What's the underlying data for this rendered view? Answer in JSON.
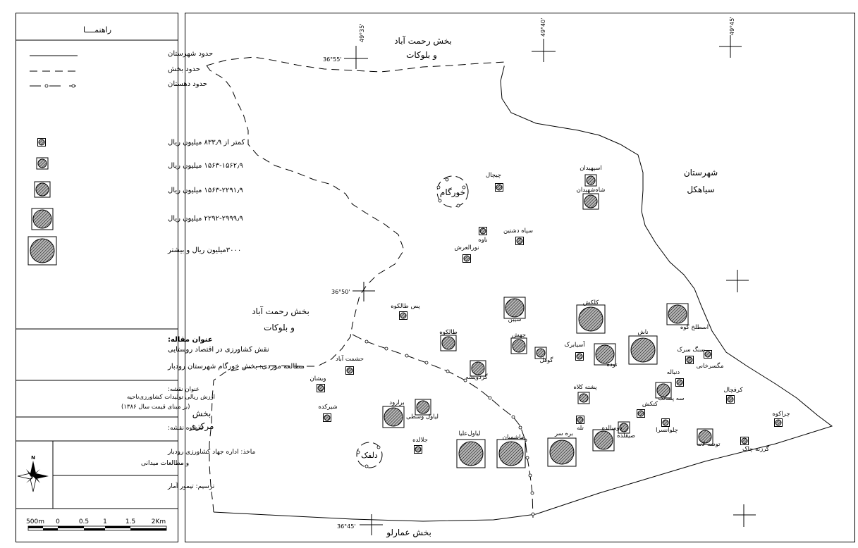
{
  "legend": {
    "title": "راهنمــــا",
    "boundaries": [
      "حدود شهرستان",
      "حدود بخش",
      "حدود دهستان"
    ],
    "value_classes": [
      "کمتر از ۸۳۳٫۹ میلیون ریال",
      "۱۵۶۳-۱۵۶۲٫۹ میلیون ریال",
      "۱۵۶۳-۲۲۹۱٫۹ میلیون ریال",
      "۲۲۹۲-۲۹۹۹٫۹ میلیون ریال",
      "۳۰۰۰میلیون ریال و بیشتر"
    ],
    "article_heading": "عنوان مقاله:",
    "article_line1": "نقش کشاورزی در اقتصاد روستایی",
    "article_line2": "مطالعه موردی: بخش خورگام شهرستان رودبار",
    "map_title_label": "عنوان نقشه:",
    "map_title_line1": "ارزش ریالی تولیدات کشاورزی‌ناحیه",
    "map_title_line2": "(بر مبنای قیمت سال ۱۳۸۶)",
    "map_number_label": "شماره نقشه:",
    "source_line1": "ماخذ: اداره جهاد کشاورزی رودبار",
    "source_line2": "و مطالعات میدانی",
    "drawn_by": "ترسیم: تیمور آمار",
    "north_label": "N",
    "scale_labels": [
      "500m",
      "0",
      "0.5",
      "1",
      "1.5",
      "2Km"
    ]
  },
  "map": {
    "regions": [
      "بخش رحمت آباد",
      "و بلوکات",
      "بخش رحمت آباد",
      "و بلوکات",
      "شهرستان",
      "سیاهکل",
      "بخش",
      "مرکزی",
      "بخش عمارلو"
    ],
    "coordinates": [
      "36°55'",
      "49°35'",
      "49°40'",
      "49°45'",
      "36°50'",
      "36°45'"
    ],
    "centers": [
      "خورگام",
      "دلفک"
    ],
    "villages": [
      {
        "name": "اسپهیدان",
        "cls": 1
      },
      {
        "name": "شاه‌شهیدان",
        "cls": 2
      },
      {
        "name": "چیچال",
        "cls": 0
      },
      {
        "name": "ناوه",
        "cls": 0
      },
      {
        "name": "سپاه دشتین",
        "cls": 0
      },
      {
        "name": "نورالعرش",
        "cls": 0
      },
      {
        "name": "پس طالکوه",
        "cls": 0
      },
      {
        "name": "سیبن",
        "cls": 3
      },
      {
        "name": "کلکش",
        "cls": 4
      },
      {
        "name": "اسطلخ کوه",
        "cls": 3
      },
      {
        "name": "طالکوه",
        "cls": 2
      },
      {
        "name": "چهش",
        "cls": 2
      },
      {
        "name": "آسیابرک",
        "cls": 0
      },
      {
        "name": "توده",
        "cls": 3
      },
      {
        "name": "ناش",
        "cls": 4
      },
      {
        "name": "سنگ سرک",
        "cls": 0
      },
      {
        "name": "گوفل",
        "cls": 1
      },
      {
        "name": "مگسرخانی",
        "cls": 0
      },
      {
        "name": "دنباله",
        "cls": 0
      },
      {
        "name": "حشمت آباد",
        "cls": 0
      },
      {
        "name": "گردویشه",
        "cls": 2
      },
      {
        "name": "ویشان",
        "cls": 0
      },
      {
        "name": "پشته کلاه",
        "cls": 1
      },
      {
        "name": "سه پسانک",
        "cls": 2
      },
      {
        "name": "کرفچال",
        "cls": 0
      },
      {
        "name": "شیرکده",
        "cls": 0
      },
      {
        "name": "برارود",
        "cls": 3
      },
      {
        "name": "لیاول وسطی",
        "cls": 2
      },
      {
        "name": "کتکش",
        "cls": 0
      },
      {
        "name": "چلوانسرا",
        "cls": 0
      },
      {
        "name": "چراکوه",
        "cls": 0
      },
      {
        "name": "تله",
        "cls": 0
      },
      {
        "name": "صیقلده",
        "cls": 1
      },
      {
        "name": "توشه لانه",
        "cls": 2
      },
      {
        "name": "گرزنه چاک",
        "cls": 0
      },
      {
        "name": "دوسالده",
        "cls": 3
      },
      {
        "name": "جلالده",
        "cls": 0
      },
      {
        "name": "لیاول‌علیا",
        "cls": 4
      },
      {
        "name": "ماشمیان",
        "cls": 4
      },
      {
        "name": "بره سر",
        "cls": 4
      }
    ]
  },
  "styles": {
    "hatch_color": "#000000",
    "fill_color": "#b5b5b5",
    "line_color": "#000000"
  }
}
